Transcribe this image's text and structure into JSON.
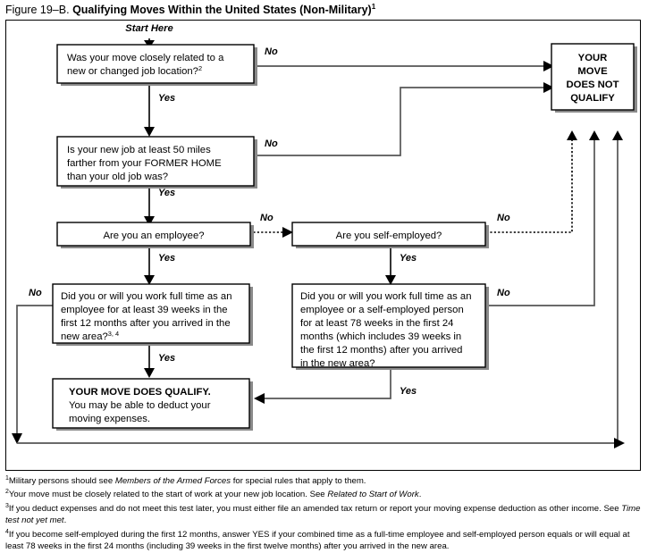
{
  "title": {
    "lead": "Figure 19–B.",
    "bold": "Qualifying Moves Within the United States (Non-Military)",
    "sup": "1"
  },
  "start_label": "Start Here",
  "edge_labels": {
    "yes": "Yes",
    "no": "No"
  },
  "nodes": {
    "q1": {
      "id": "q1",
      "lines": [
        "Was your move closely related to a",
        "new or changed job location?"
      ],
      "sup": "2"
    },
    "q2": {
      "id": "q2",
      "lines": [
        "Is your new job at least 50 miles",
        "farther from your FORMER HOME",
        "than your old job was?"
      ]
    },
    "q3": {
      "id": "q3",
      "lines": [
        "Are you an employee?"
      ]
    },
    "q4": {
      "id": "q4",
      "lines": [
        "Are you self-employed?"
      ]
    },
    "q5": {
      "id": "q5",
      "lines": [
        "Did you or will you work full time as an",
        "employee for at least 39 weeks in the",
        "first 12 months after you arrived in the",
        "new area?"
      ],
      "sup": "3, 4"
    },
    "q6": {
      "id": "q6",
      "lines": [
        "Did you or will you work full time as an",
        "employee or a self-employed person",
        "for at least 78 weeks in the first 24",
        "months (which includes 39 weeks in",
        "the first 12 months) after you arrived",
        "in the new area?"
      ]
    },
    "qualify": {
      "id": "qualify",
      "bold_line": "YOUR MOVE DOES QUALIFY.",
      "lines": [
        "You may be able to deduct your",
        "moving expenses."
      ]
    },
    "not_qualify": {
      "id": "not-qualify",
      "lines": [
        "YOUR",
        "MOVE",
        "DOES NOT",
        "QUALIFY"
      ]
    }
  },
  "footnotes": [
    {
      "marker": "1",
      "parts": [
        {
          "text": "Military persons should see ",
          "italic": false
        },
        {
          "text": "Members of the Armed Forces",
          "italic": true
        },
        {
          "text": " for special rules that apply to them.",
          "italic": false
        }
      ]
    },
    {
      "marker": "2",
      "parts": [
        {
          "text": "Your move must be closely related to the start of work at your new job location. See ",
          "italic": false
        },
        {
          "text": "Related to Start of Work",
          "italic": true
        },
        {
          "text": ".",
          "italic": false
        }
      ]
    },
    {
      "marker": "3",
      "parts": [
        {
          "text": "If you deduct expenses and do not meet this test later, you must either file an amended tax return or report your moving expense deduction as other income. See ",
          "italic": false
        },
        {
          "text": "Time test not yet met",
          "italic": true
        },
        {
          "text": ".",
          "italic": false
        }
      ]
    },
    {
      "marker": "4",
      "parts": [
        {
          "text": "If you become self-employed during the first 12 months, answer YES if your combined time as a full-time employee and self-employed person equals or will equal at least 78 weeks in the first 24 months (including 39 weeks in the first twelve months) after you arrived in the new area.",
          "italic": false
        }
      ]
    }
  ],
  "colors": {
    "ink": "#000000",
    "connector": "#555555",
    "shadow": "#8a8a8a",
    "background": "#ffffff"
  }
}
